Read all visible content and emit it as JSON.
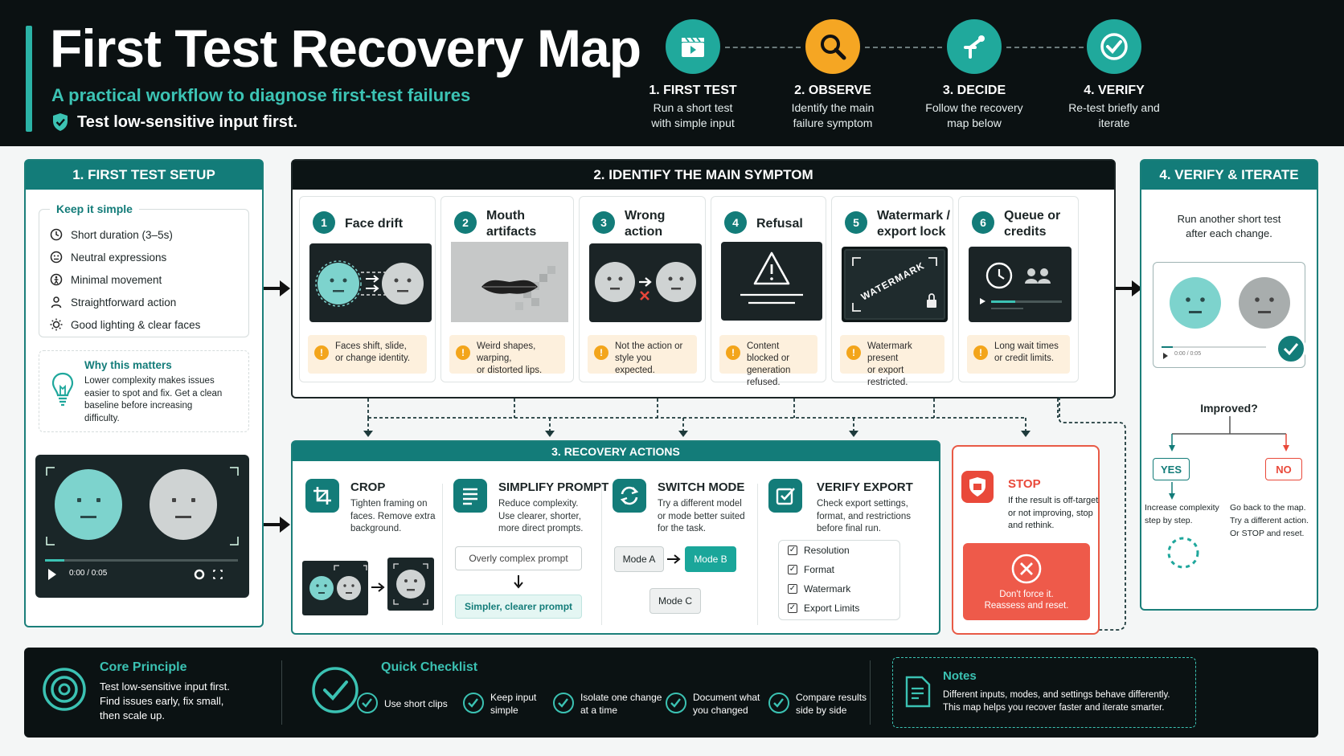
{
  "header": {
    "title": "First Test Recovery Map",
    "subtitle": "A practical workflow to diagnose first-test failures",
    "note": "Test low-sensitive input first.",
    "steps": [
      {
        "title": "1. FIRST TEST",
        "line1": "Run a short test",
        "line2": "with simple input",
        "icon": "clapper-icon",
        "color": "#20a99c"
      },
      {
        "title": "2. OBSERVE",
        "line1": "Identify the main",
        "line2": "failure symptom",
        "icon": "magnifier-icon",
        "color": "#f5a623"
      },
      {
        "title": "3. DECIDE",
        "line1": "Follow the recovery",
        "line2": "map below",
        "icon": "branch-icon",
        "color": "#20a99c"
      },
      {
        "title": "4. VERIFY",
        "line1": "Re-test briefly and",
        "line2": "iterate",
        "icon": "check-icon",
        "color": "#20a99c"
      }
    ]
  },
  "setup": {
    "heading": "1. FIRST TEST SETUP",
    "keep_title": "Keep it simple",
    "items": [
      "Short duration (3–5s)",
      "Neutral expressions",
      "Minimal movement",
      "Straightforward action",
      "Good lighting & clear faces"
    ],
    "why_title": "Why this matters",
    "why_lines": [
      "Lower complexity makes issues",
      "easier to spot and fix. Get a clean",
      "baseline before increasing",
      "difficulty."
    ],
    "player_time": "0:00 / 0:05"
  },
  "symptom": {
    "heading": "2. IDENTIFY THE MAIN SYMPTOM",
    "cards": [
      {
        "num": "1",
        "title1": "Face drift",
        "title2": "",
        "warn1": "Faces shift, slide,",
        "warn2": "or change identity."
      },
      {
        "num": "2",
        "title1": "Mouth",
        "title2": "artifacts",
        "warn1": "Weird shapes, warping,",
        "warn2": "or distorted lips."
      },
      {
        "num": "3",
        "title1": "Wrong",
        "title2": "action",
        "warn1": "Not the action or",
        "warn2": "style you expected."
      },
      {
        "num": "4",
        "title1": "Refusal",
        "title2": "",
        "warn1": "Content blocked or",
        "warn2": "generation refused."
      },
      {
        "num": "5",
        "title1": "Watermark /",
        "title2": "export lock",
        "warn1": "Watermark present",
        "warn2": "or export restricted."
      },
      {
        "num": "6",
        "title1": "Queue or",
        "title2": "credits",
        "warn1": "Long wait times",
        "warn2": "or credit limits."
      }
    ],
    "watermark_text": "WATERMARK"
  },
  "recovery": {
    "heading": "3. RECOVERY ACTIONS",
    "crop": {
      "title": "CROP",
      "lines": [
        "Tighten framing on",
        "faces. Remove extra",
        "background."
      ]
    },
    "simplify": {
      "title": "SIMPLIFY PROMPT",
      "lines": [
        "Reduce complexity.",
        "Use clearer, shorter,",
        "more direct prompts."
      ],
      "from": "Overly complex prompt",
      "to": "Simpler, clearer prompt"
    },
    "switch": {
      "title": "SWITCH MODE",
      "lines": [
        "Try a different model",
        "or mode better suited",
        "for the task."
      ],
      "mode_a": "Mode A",
      "mode_b": "Mode B",
      "mode_c": "Mode C"
    },
    "verify": {
      "title": "VERIFY EXPORT",
      "lines": [
        "Check export settings,",
        "format, and restrictions",
        "before final run."
      ],
      "checks": [
        "Resolution",
        "Format",
        "Watermark",
        "Export Limits"
      ]
    },
    "stop": {
      "title": "STOP",
      "lines": [
        "If the result is off-target",
        "or not improving, stop",
        "and rethink."
      ],
      "box1": "Don't force it.",
      "box2": "Reassess and reset."
    }
  },
  "verify": {
    "heading": "4. VERIFY & ITERATE",
    "line1": "Run another short test",
    "line2": "after each change.",
    "player_time": "0:00 / 0:05",
    "question": "Improved?",
    "yes": "YES",
    "no": "NO",
    "yes_lines": [
      "Increase complexity",
      "step by step."
    ],
    "no_lines": [
      "Go back to the map.",
      "Try a different action.",
      "Or STOP and reset."
    ]
  },
  "footer": {
    "core_title": "Core Principle",
    "core_lines": [
      "Test low-sensitive input first.",
      "Find issues early, fix small,",
      "then scale up."
    ],
    "checklist_title": "Quick Checklist",
    "checklist": [
      {
        "l1": "Use short clips",
        "l2": ""
      },
      {
        "l1": "Keep input",
        "l2": "simple"
      },
      {
        "l1": "Isolate one change",
        "l2": "at a time"
      },
      {
        "l1": "Document what",
        "l2": "you changed"
      },
      {
        "l1": "Compare results",
        "l2": "side by side"
      }
    ],
    "notes_title": "Notes",
    "notes_lines": [
      "Different inputs, modes, and settings behave differently.",
      "This map helps you recover faster and iterate smarter."
    ]
  }
}
